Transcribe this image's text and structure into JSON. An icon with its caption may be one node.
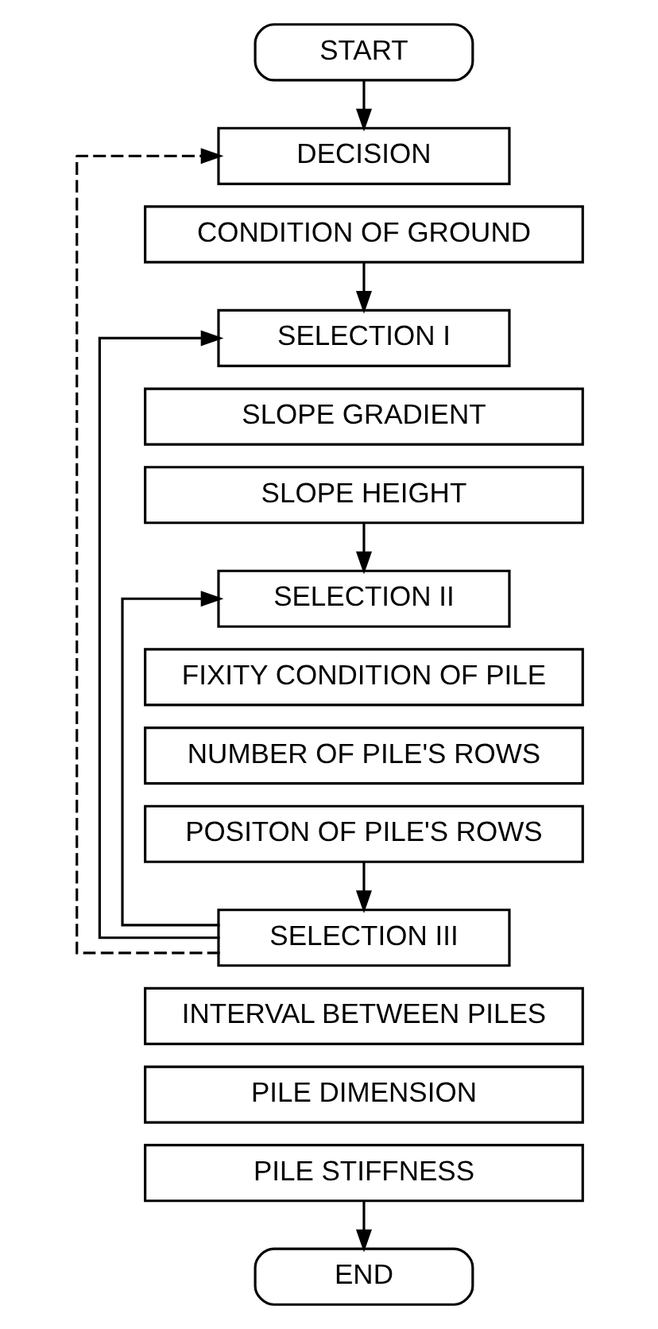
{
  "diagram": {
    "nodes": [
      {
        "text": [
          "START"
        ]
      },
      {
        "text": [
          "DECISION"
        ]
      },
      {
        "text": [
          "CONDITION OF GROUND"
        ]
      },
      {
        "text": [
          "SELECTION I"
        ]
      },
      {
        "text": [
          "SLOPE GRADIENT"
        ]
      },
      {
        "text": [
          "SLOPE HEIGHT"
        ]
      },
      {
        "text": [
          "SELECTION II"
        ]
      },
      {
        "text": [
          "FIXITY CONDITION OF PILE"
        ]
      },
      {
        "text": [
          "NUMBER OF PILE'S ROWS"
        ]
      },
      {
        "text": [
          "POSITON OF PILE'S ROWS"
        ]
      },
      {
        "text": [
          "SELECTION III"
        ]
      },
      {
        "text": [
          "INTERVAL BETWEEN PILES"
        ]
      },
      {
        "text": [
          "PILE DIMENSION"
        ]
      },
      {
        "text": [
          "PILE STIFFNESS"
        ]
      },
      {
        "text": [
          "END"
        ]
      }
    ],
    "edges": [
      {
        "from": 0,
        "to": 1,
        "arrow": "to"
      },
      {
        "from": 2,
        "to": 3,
        "arrow": "to"
      },
      {
        "from": 5,
        "to": 6,
        "arrow": "to"
      },
      {
        "from": 9,
        "to": 10,
        "arrow": "to"
      },
      {
        "from": 13,
        "to": 14,
        "arrow": "to"
      },
      {
        "from": 10,
        "to": 6,
        "arrow": "to"
      },
      {
        "from": 10,
        "to": 3,
        "arrow": "to"
      },
      {
        "from": 10,
        "to": 1,
        "arrow": "to",
        "style": "dashed"
      }
    ]
  }
}
